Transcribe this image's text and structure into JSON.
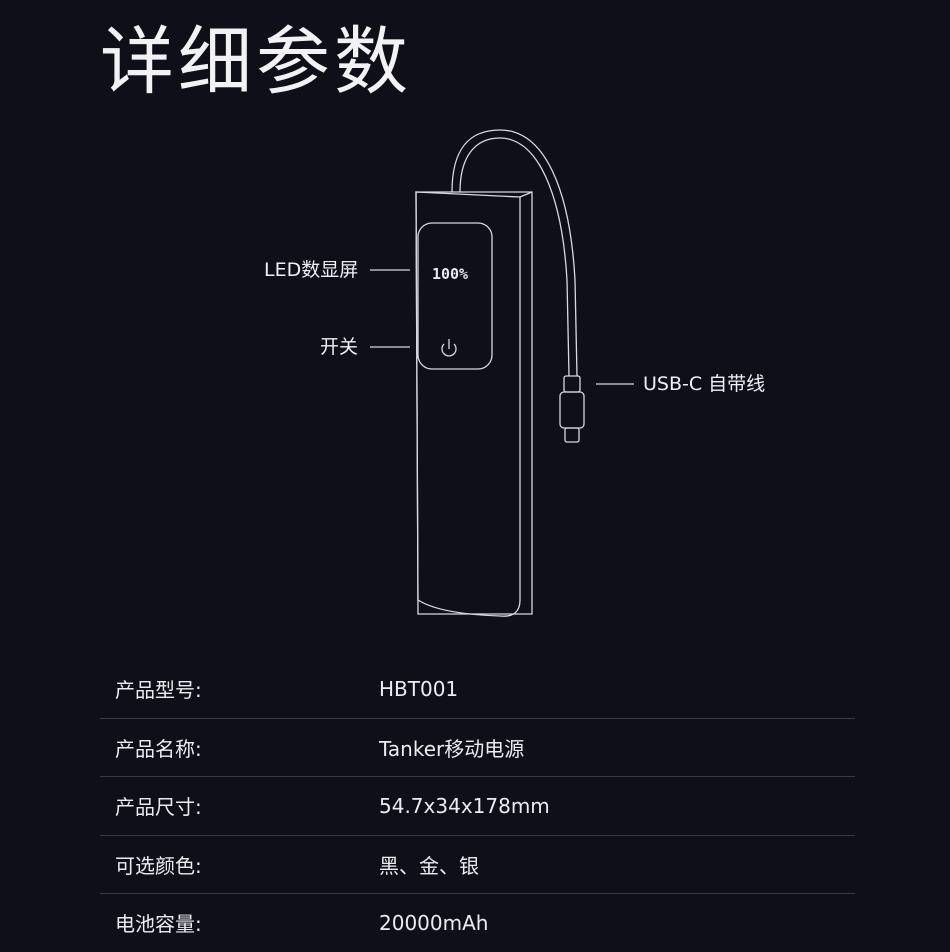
{
  "title": "详细参数",
  "device": {
    "screen_reading": "100%",
    "callouts": {
      "led": "LED数显屏",
      "switch": "开关",
      "cable": "USB-C 自带线"
    }
  },
  "specs": [
    {
      "label": "产品型号:",
      "value": "HBT001"
    },
    {
      "label": "产品名称:",
      "value": "Tanker移动电源"
    },
    {
      "label": "产品尺寸:",
      "value": "54.7x34x178mm"
    },
    {
      "label": "可选颜色:",
      "value": "黑、金、银"
    },
    {
      "label": "电池容量:",
      "value": "20000mAh"
    }
  ],
  "colors": {
    "background": "#0f0f1a",
    "line": "#d8d8e0",
    "divider": "#3a3a48"
  }
}
